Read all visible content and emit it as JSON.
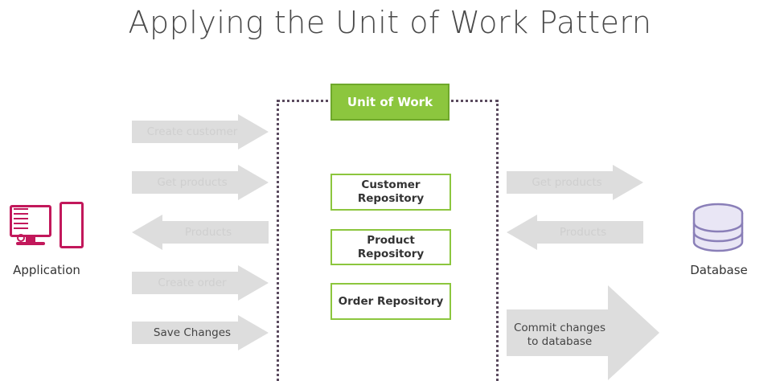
{
  "title": "Applying the Unit of Work Pattern",
  "colors": {
    "accent_green": "#8cc63e",
    "green_border": "#6fa82b",
    "arrow_gray": "#d9d9d9",
    "faded_text": "#cfcfcf",
    "dotted_border": "#5a4a5e",
    "app_icon": "#c2185b",
    "db_icon": "#8a7fb8",
    "title_text": "#4a4a4a"
  },
  "endpoints": {
    "application": {
      "label": "Application",
      "icon": "desktop-computer-icon"
    },
    "database": {
      "label": "Database",
      "icon": "database-cylinder-icon"
    }
  },
  "unit_of_work": {
    "header": "Unit of Work",
    "repositories": [
      {
        "label": "Customer\nRepository",
        "line1": "Customer",
        "line2": "Repository"
      },
      {
        "label": "Product Repository",
        "line1": "Product Repository",
        "line2": ""
      },
      {
        "label": "Order Repository",
        "line1": "Order Repository",
        "line2": ""
      }
    ]
  },
  "left_arrows": [
    {
      "label": "Create customer",
      "direction": "right",
      "state": "faded"
    },
    {
      "label": "Get products",
      "direction": "right",
      "state": "faded"
    },
    {
      "label": "Products",
      "direction": "left",
      "state": "faded"
    },
    {
      "label": "Create order",
      "direction": "right",
      "state": "faded"
    },
    {
      "label": "Save Changes",
      "direction": "right",
      "state": "active"
    }
  ],
  "right_arrows": [
    {
      "label": "Get products",
      "direction": "right",
      "state": "faded"
    },
    {
      "label": "Products",
      "direction": "left",
      "state": "faded"
    },
    {
      "label": "Commit changes\nto database",
      "line1": "Commit changes",
      "line2": "to database",
      "direction": "right",
      "state": "active"
    }
  ]
}
